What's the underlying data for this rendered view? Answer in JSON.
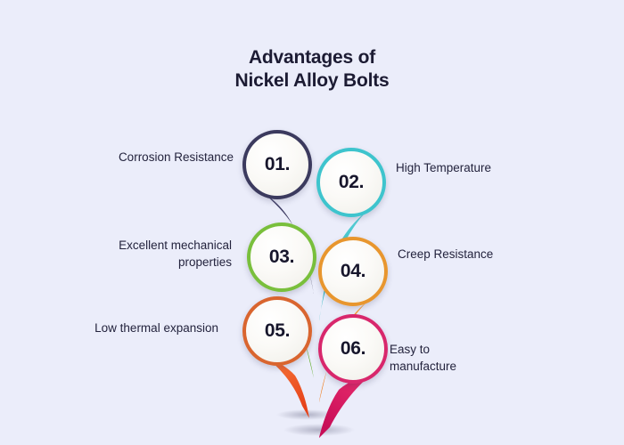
{
  "background_color": "#ebedfa",
  "title": {
    "line1": "Advantages of",
    "line2": "Nickel Alloy Bolts",
    "color": "#1c1b33"
  },
  "items": [
    {
      "number": "01.",
      "label": "Corrosion Resistance",
      "side": "left",
      "color": "#3b3a5e",
      "tail_color": "#44436b",
      "tail_color_dark": "#2e2d4c"
    },
    {
      "number": "02.",
      "label": "High Temperature",
      "side": "right",
      "color": "#3ec4cd",
      "tail_color": "#52cdd4",
      "tail_color_dark": "#28b5bf"
    },
    {
      "number": "03.",
      "label_line1": "Excellent mechanical",
      "label_line2": "properties",
      "label": "Excellent mechanical properties",
      "side": "left",
      "color": "#79bf3c",
      "tail_color": "#8ccb4e",
      "tail_color_dark": "#63ad2c"
    },
    {
      "number": "04.",
      "label": "Creep Resistance",
      "side": "right",
      "color": "#e8962e",
      "tail_color": "#f79e35",
      "tail_color_dark": "#f07c1c"
    },
    {
      "number": "05.",
      "label": "Low thermal expansion",
      "side": "left",
      "color": "#d9652f",
      "tail_color": "#f4682a",
      "tail_color_dark": "#e8481c"
    },
    {
      "number": "06.",
      "label_line1": "Easy to",
      "label_line2": "manufacture",
      "label": "Easy to manufacture",
      "side": "right",
      "color": "#d8276c",
      "tail_color": "#e61f63",
      "tail_color_dark": "#c8105a"
    }
  ]
}
